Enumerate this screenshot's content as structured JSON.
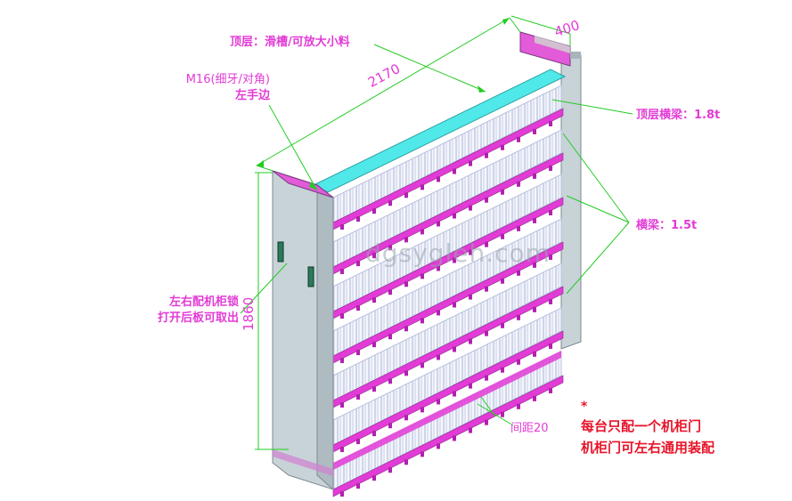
{
  "dimensions": {
    "width_label": "2170",
    "depth_label": "400",
    "height_label": "1860",
    "spacing_label": "间距20"
  },
  "labels": {
    "top_layer": "顶层：滑槽/可放大小料",
    "m16_line1": "M16(细牙/对角)",
    "m16_line2": "左手边",
    "top_beam": "顶层横梁：1.8t",
    "beam": "横梁：1.5t",
    "lock_line1": "左右配机柜锁",
    "lock_line2": "打开后板可取出"
  },
  "notes": {
    "asterisk": "*",
    "line1": "每台只配一个机柜门",
    "line2": "机柜门可左右通用装配"
  },
  "watermark": "dgsygleh.com",
  "colors": {
    "magenta": "#e23bd6",
    "frame": "#c8d3d8",
    "leader": "#22cc22",
    "note_red": "#e8142a",
    "top_tray": "#3ee6e6"
  }
}
